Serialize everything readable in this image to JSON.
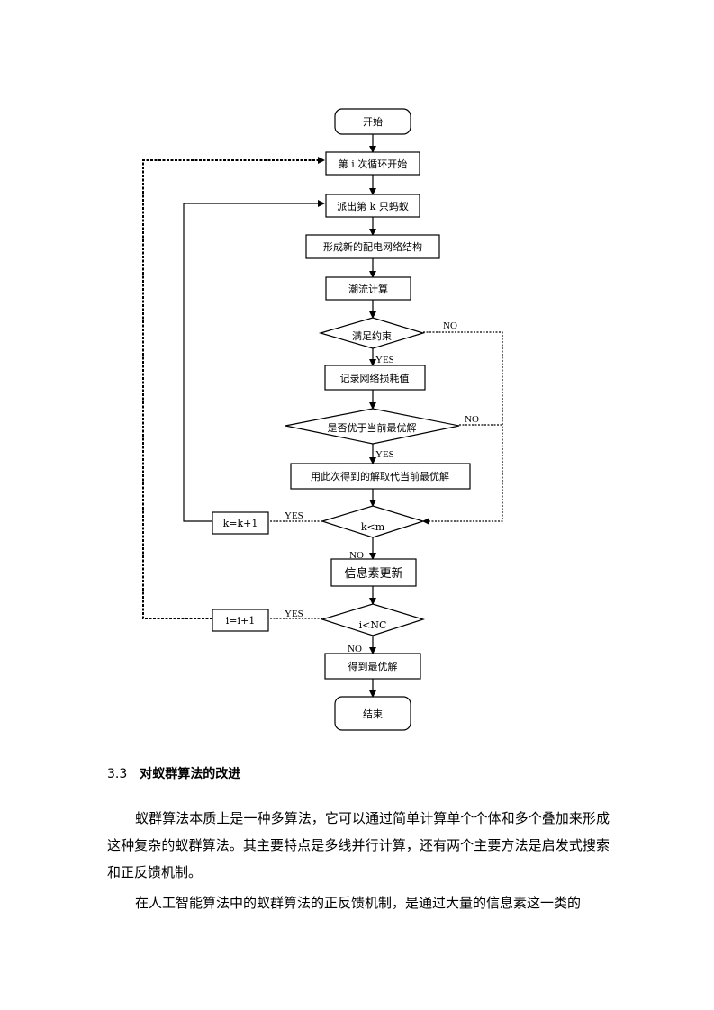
{
  "flowchart": {
    "start": "开始",
    "loop_i_start": "第 i 次循环开始",
    "dispatch_ant": "派出第 k 只蚂蚁",
    "form_network": "形成新的配电网络结构",
    "power_flow": "潮流计算",
    "check_constraints": "满足约束",
    "record_loss": "记录网络损耗值",
    "check_better": "是否优于当前最优解",
    "replace_best": "用此次得到的解取代当前最优解",
    "check_k": "k<m",
    "k_increment": "k=k+1",
    "update_pheromone": "信息素更新",
    "check_i": "i<NC",
    "i_increment": "i=i+1",
    "get_optimal": "得到最优解",
    "end": "结束",
    "yes": "YES",
    "no": "NO"
  },
  "section": {
    "number": "3.3",
    "title": "对蚁群算法的改进"
  },
  "paragraphs": [
    "蚁群算法本质上是一种多算法，它可以通过简单计算单个个体和多个叠加来形成这种复杂的蚁群算法。其主要特点是多线并行计算，还有两个主要方法是启发式搜索和正反馈机制。",
    "在人工智能算法中的蚁群算法的正反馈机制，是通过大量的信息素这一类的"
  ]
}
